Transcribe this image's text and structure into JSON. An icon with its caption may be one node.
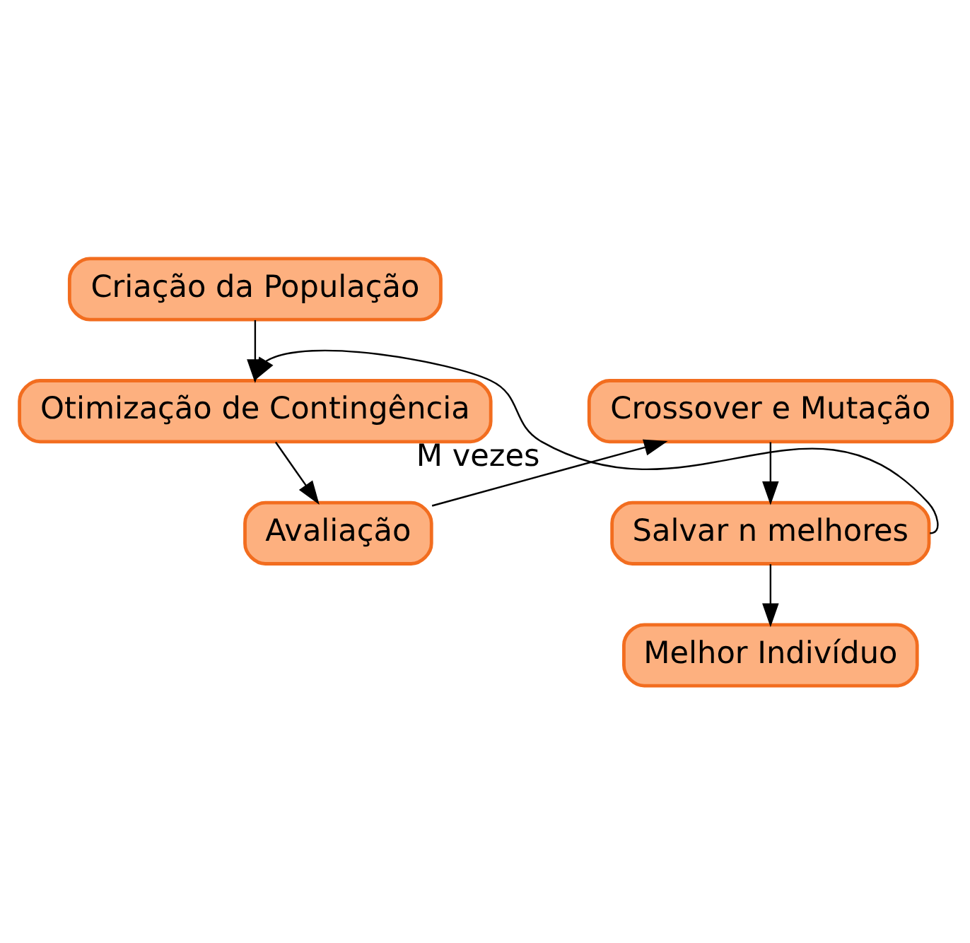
{
  "diagram": {
    "nodes": [
      {
        "text": [
          "Criação da População"
        ]
      },
      {
        "text": [
          "Otimização de Contingência"
        ]
      },
      {
        "text": [
          "Avaliação"
        ]
      },
      {
        "text": [
          "Crossover e Mutação"
        ]
      },
      {
        "text": [
          "Salvar n melhores"
        ]
      },
      {
        "text": [
          "Melhor Indivíduo"
        ]
      }
    ],
    "edges": [
      {
        "from": 0,
        "to": 1,
        "arrow": "to"
      },
      {
        "from": 1,
        "to": 2,
        "arrow": "to"
      },
      {
        "from": 2,
        "to": 3,
        "arrow": "to"
      },
      {
        "from": 3,
        "to": 4,
        "arrow": "to"
      },
      {
        "from": 4,
        "to": 5,
        "arrow": "to"
      },
      {
        "from": 4,
        "to": 1,
        "arrow": "to",
        "label": "M vezes"
      }
    ]
  }
}
